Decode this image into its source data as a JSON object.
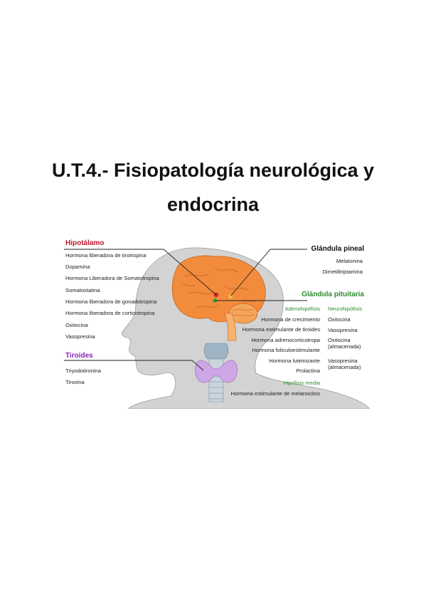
{
  "title": {
    "line1": "U.T.4.- Fisiopatología neurológica y",
    "line2": "endocrina"
  },
  "colors": {
    "hipotalamo": "#c0152a",
    "tiroides": "#8a1fb5",
    "pituitaria": "#2e8b2e",
    "silhouette": "#d3d3d3",
    "brain": "#f28c3c"
  },
  "diagram": {
    "hipotalamo": {
      "heading": "Hipotálamo",
      "items": [
        "Hormona liberadora de tirotropina",
        "Dopamina",
        "Hormona Liberadora de Somatotropina",
        "Somatostatina",
        "Hormona liberadora de gonadotropina",
        "Hormona liberadora de corticotropina",
        "Oxitocina",
        "Vasopresina"
      ]
    },
    "tiroides": {
      "heading": "Tiroides",
      "items": [
        "Triyodotironina",
        "Tiroxina"
      ]
    },
    "pineal": {
      "heading": "Glándula pineal",
      "items": [
        "Melatonina",
        "Dimetiltriptamina"
      ]
    },
    "pituitaria": {
      "heading": "Glándula pituitaria",
      "adeno": {
        "heading": "Adenohipófisis",
        "items": [
          "Hormona de crecimiento",
          "Hormona estimulante de tiroides",
          "Hormona adrenocorticotropa",
          "Hormona foliculoestimulante",
          "Hormona luteinizante",
          "Prolactina"
        ]
      },
      "neuro": {
        "heading": "Neurohipófisis",
        "items": [
          "Oxitocina",
          "Vasopresina",
          "Oxitocina\n(almacenada)",
          "Vasopresina\n(almacenada)"
        ]
      },
      "media": {
        "heading": "Hipófisis media",
        "items": [
          "Hormona estimulante de melanocitos"
        ]
      }
    }
  }
}
